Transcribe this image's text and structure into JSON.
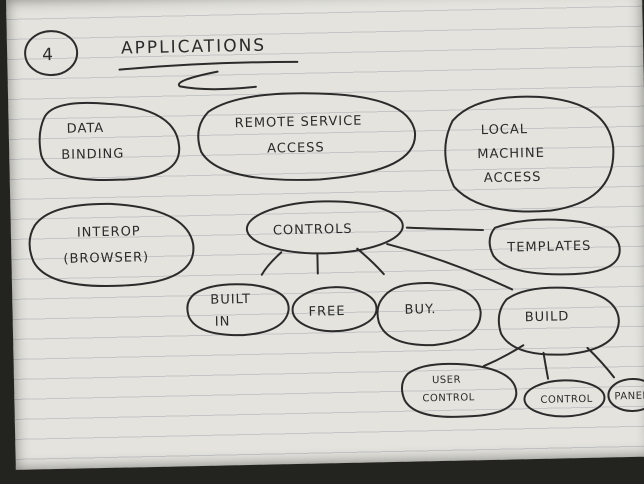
{
  "page": {
    "number": "4",
    "title": "APPLICATIONS"
  },
  "nodes": {
    "data_binding": {
      "lines": [
        "DATA",
        "BINDING"
      ]
    },
    "remote_service_access": {
      "lines": [
        "REMOTE SERVICE",
        "ACCESS"
      ]
    },
    "local_machine_access": {
      "lines": [
        "LOCAL",
        "MACHINE",
        "ACCESS"
      ]
    },
    "interop_browser": {
      "lines": [
        "INTEROP",
        "(BROWSER)"
      ]
    },
    "controls": {
      "lines": [
        "CONTROLS"
      ]
    },
    "templates": {
      "lines": [
        "TEMPLATES"
      ]
    },
    "built_in": {
      "lines": [
        "BUILT",
        "IN"
      ]
    },
    "free": {
      "lines": [
        "FREE"
      ]
    },
    "buy": {
      "lines": [
        "BUY."
      ]
    },
    "build": {
      "lines": [
        "BUILD"
      ]
    },
    "user_control": {
      "lines": [
        "USER",
        "CONTROL"
      ]
    },
    "control": {
      "lines": [
        "CONTROL"
      ]
    },
    "panel": {
      "lines": [
        "PANEL"
      ]
    }
  },
  "ink_color": "#2b2b2b",
  "paper_color": "#e4e3dd"
}
